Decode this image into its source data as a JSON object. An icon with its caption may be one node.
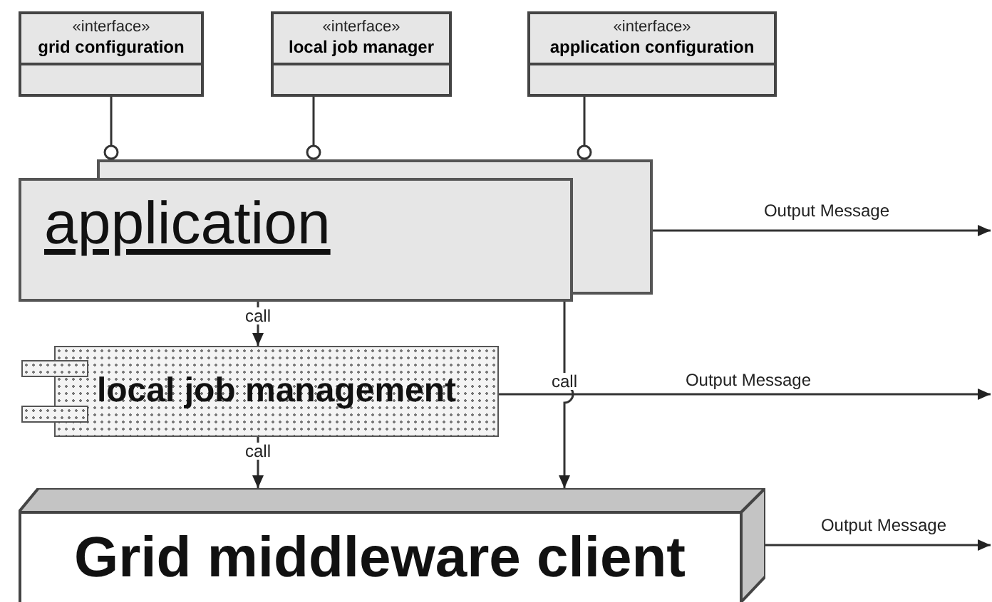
{
  "diagram": {
    "nodes": [
      {
        "text": [
          "«interface»",
          "grid configuration"
        ]
      },
      {
        "text": [
          "«interface»",
          "local job manager"
        ]
      },
      {
        "text": [
          "«interface»",
          "application configuration"
        ]
      },
      {
        "text": [
          "application"
        ]
      },
      {
        "text": [
          "local job management"
        ]
      },
      {
        "text": [
          "Grid middleware client"
        ]
      }
    ],
    "edges": [
      {
        "from": 0,
        "to": 3,
        "arrow": "other"
      },
      {
        "from": 1,
        "to": 3,
        "arrow": "other"
      },
      {
        "from": 2,
        "to": 3,
        "arrow": "other"
      },
      {
        "from": 3,
        "to": 4,
        "arrow": "to",
        "label": "call"
      },
      {
        "from": 4,
        "to": 5,
        "arrow": "to",
        "label": "call"
      },
      {
        "from": 3,
        "to": 5,
        "arrow": "to",
        "label": "call"
      },
      {
        "from": 3,
        "to": null,
        "arrow": "to",
        "label": "Output Message"
      },
      {
        "from": 4,
        "to": null,
        "arrow": "to",
        "label": "Output Message"
      },
      {
        "from": 5,
        "to": null,
        "arrow": "to",
        "label": "Output Message"
      }
    ]
  }
}
